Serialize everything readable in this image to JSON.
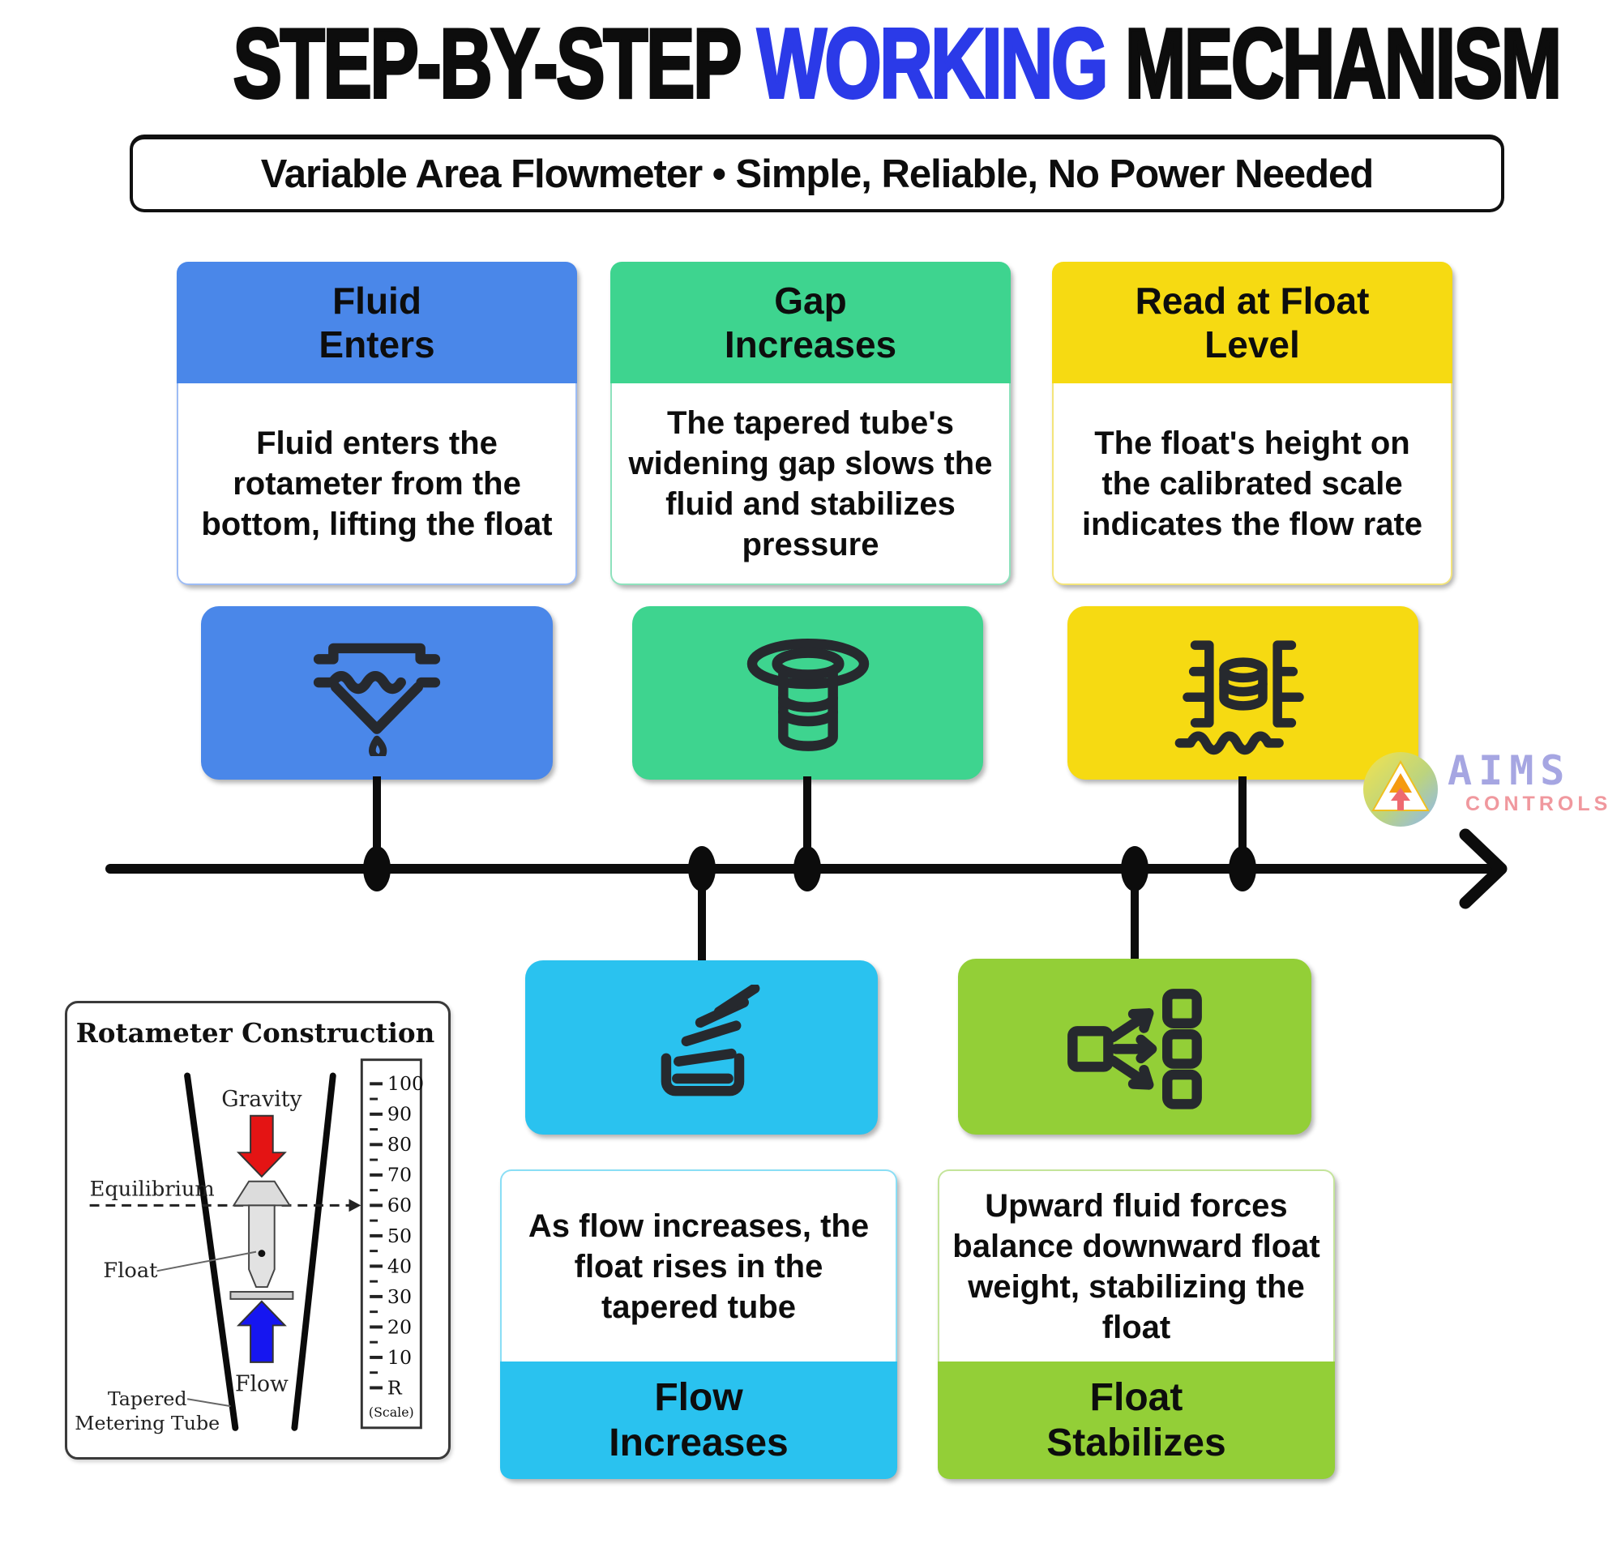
{
  "title": {
    "pre": "STEP-BY-STEP",
    "highlight": "WORKING",
    "post": "MECHANISM"
  },
  "subtitle": "Variable Area Flowmeter • Simple, Reliable, No Power Needed",
  "steps": [
    {
      "id": "fluid-enters",
      "title_line1": "Fluid",
      "title_line2": "Enters",
      "description": "Fluid enters the rotameter from the bottom, lifting the float",
      "color": "#4a87e9",
      "icon": "funnel-drip-icon"
    },
    {
      "id": "gap-increases",
      "title_line1": "Gap",
      "title_line2": "Increases",
      "description": "The tapered tube's widening gap slows the fluid and stabilizes pressure",
      "color": "#3ed48f",
      "icon": "tapered-tube-icon"
    },
    {
      "id": "read-at-float-level",
      "title_line1": "Read at Float",
      "title_line2": "Level",
      "description": "The float's height on the calibrated scale indicates the flow rate",
      "color": "#f6da12",
      "icon": "float-level-scale-icon"
    },
    {
      "id": "flow-increases",
      "title_line1": "Flow",
      "title_line2": "Increases",
      "description": "As flow increases, the float rises in the tapered tube",
      "color": "#2ac2ef",
      "icon": "rising-levels-icon"
    },
    {
      "id": "float-stabilizes",
      "title_line1": "Float",
      "title_line2": "Stabilizes",
      "description": "Upward fluid forces balance downward float weight, stabilizing the float",
      "color": "#93cf37",
      "icon": "fan-out-icon"
    }
  ],
  "rotameter": {
    "title": "Rotameter Construction",
    "labels": {
      "gravity": "Gravity",
      "equilibrium": "Equilibrium",
      "float": "Float",
      "flow": "Flow",
      "tube_line1": "Tapered",
      "tube_line2": "Metering Tube"
    },
    "scale_labels": [
      "100",
      "90",
      "80",
      "70",
      "60",
      "50",
      "40",
      "30",
      "20",
      "10",
      "R"
    ],
    "scale_caption": "(Scale)",
    "arrow_colors": {
      "gravity": "#e41414",
      "flow": "#1616f0"
    }
  },
  "logo": {
    "name": "AIMS",
    "tagline": "CONTROLS"
  },
  "colors": {
    "title_highlight": "#2b3ae8",
    "timeline": "#0c0c0c",
    "step1": "#4a87e9",
    "step2": "#3ed48f",
    "step3": "#f6da12",
    "step4": "#2ac2ef",
    "step5": "#93cf37"
  }
}
